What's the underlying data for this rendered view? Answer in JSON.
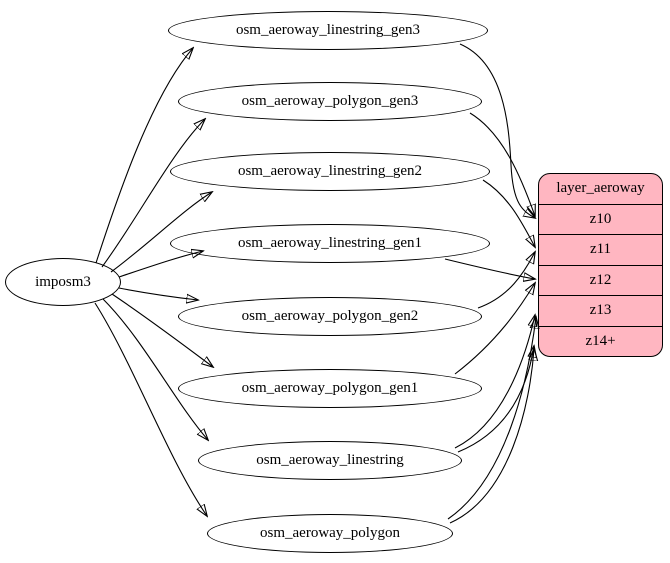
{
  "diagram": {
    "type": "etl-graph",
    "background_color": "#ffffff",
    "edge_color": "#000000",
    "source_node": {
      "label": "imposm3"
    },
    "tables": [
      {
        "label": "osm_aeroway_linestring_gen3"
      },
      {
        "label": "osm_aeroway_polygon_gen3"
      },
      {
        "label": "osm_aeroway_linestring_gen2"
      },
      {
        "label": "osm_aeroway_linestring_gen1"
      },
      {
        "label": "osm_aeroway_polygon_gen2"
      },
      {
        "label": "osm_aeroway_polygon_gen1"
      },
      {
        "label": "osm_aeroway_linestring"
      },
      {
        "label": "osm_aeroway_polygon"
      }
    ],
    "layer": {
      "title": "layer_aeroway",
      "zoom_rows": [
        "z10",
        "z11",
        "z12",
        "z13",
        "z14+"
      ],
      "fill_color": "#ffb6c1",
      "border_color": "#000000"
    },
    "edges": [
      {
        "from": "imposm3",
        "to": "osm_aeroway_linestring_gen3"
      },
      {
        "from": "imposm3",
        "to": "osm_aeroway_polygon_gen3"
      },
      {
        "from": "imposm3",
        "to": "osm_aeroway_linestring_gen2"
      },
      {
        "from": "imposm3",
        "to": "osm_aeroway_linestring_gen1"
      },
      {
        "from": "imposm3",
        "to": "osm_aeroway_polygon_gen2"
      },
      {
        "from": "imposm3",
        "to": "osm_aeroway_polygon_gen1"
      },
      {
        "from": "imposm3",
        "to": "osm_aeroway_linestring"
      },
      {
        "from": "imposm3",
        "to": "osm_aeroway_polygon"
      },
      {
        "from": "osm_aeroway_linestring_gen3",
        "to": "layer_aeroway:z10"
      },
      {
        "from": "osm_aeroway_polygon_gen3",
        "to": "layer_aeroway:z10"
      },
      {
        "from": "osm_aeroway_linestring_gen2",
        "to": "layer_aeroway:z11"
      },
      {
        "from": "osm_aeroway_polygon_gen2",
        "to": "layer_aeroway:z11"
      },
      {
        "from": "osm_aeroway_linestring_gen1",
        "to": "layer_aeroway:z12"
      },
      {
        "from": "osm_aeroway_polygon_gen1",
        "to": "layer_aeroway:z12"
      },
      {
        "from": "osm_aeroway_linestring",
        "to": "layer_aeroway:z13"
      },
      {
        "from": "osm_aeroway_polygon",
        "to": "layer_aeroway:z13"
      },
      {
        "from": "osm_aeroway_linestring",
        "to": "layer_aeroway:z14+"
      },
      {
        "from": "osm_aeroway_polygon",
        "to": "layer_aeroway:z14+"
      }
    ]
  }
}
